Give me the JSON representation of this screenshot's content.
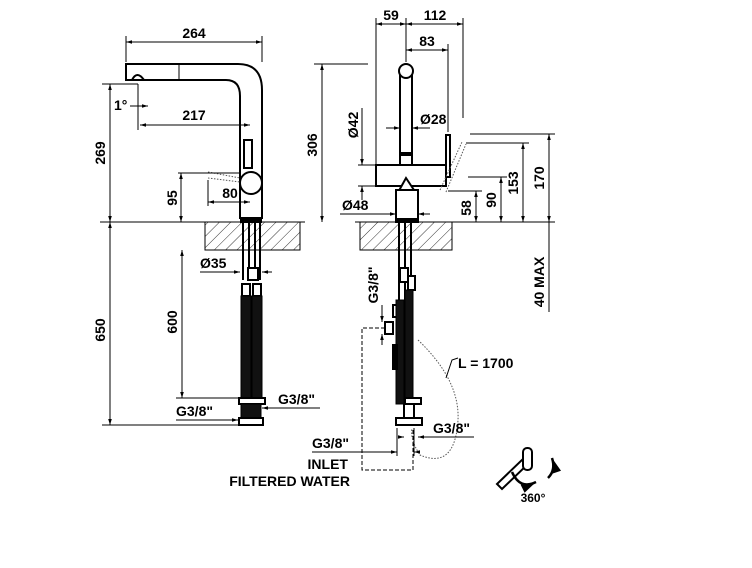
{
  "side_view": {
    "dims": {
      "width_total": "264",
      "height_spout": "269",
      "angle": "1°",
      "reach": "217",
      "handle_height": "95",
      "handle_offset": "80",
      "diameter_hole": "Ø35",
      "hose_length": "600",
      "total_below": "650",
      "thread_left": "G3/8\"",
      "thread_right": "G3/8\""
    }
  },
  "front_view": {
    "dims": {
      "left_offset": "59",
      "right_offset": "112",
      "handle_offset": "83",
      "height_total": "306",
      "diameter_body": "Ø42",
      "diameter_spout": "Ø28",
      "diameter_base": "Ø48",
      "h58": "58",
      "h90": "90",
      "h153": "153",
      "h170": "170",
      "max_thickness": "40 MAX",
      "thread_side": "G3/8\"",
      "hose_pullout": "L = 1700",
      "thread_right": "G3/8\"",
      "thread_left": "G3/8\""
    },
    "labels": {
      "inlet": "INLET",
      "filtered_water": "FILTERED WATER"
    }
  },
  "rotation": {
    "label": "360°"
  }
}
